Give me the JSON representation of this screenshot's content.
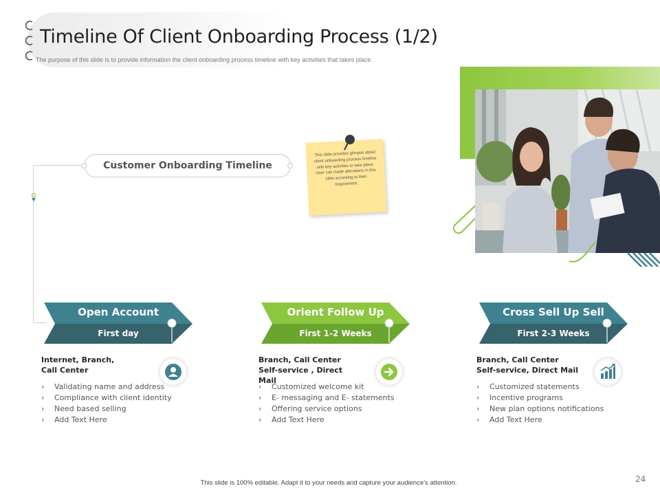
{
  "header": {
    "title": "Timeline Of Client Onboarding Process (1/2)",
    "subtitle": "The purpose of this slide is to provide information the client onboarding process timeline with key activities that takes place."
  },
  "timeline": {
    "label": "Customer Onboarding Timeline"
  },
  "note": {
    "text": "This slide provides glimpse about client onboarding process timeline with key activities to take place. User can made alterations in this slide according to their requirement."
  },
  "stages": [
    {
      "name": "Open Account",
      "time": "First day",
      "channel": "Internet, Branch, Call Center",
      "icon": "user-icon",
      "items": [
        "Validating name and address",
        "Compliance with client identity",
        "Need based selling",
        "Add Text Here"
      ]
    },
    {
      "name": "Orient Follow Up",
      "time": "First 1-2 Weeks",
      "channel": "Branch, Call Center Self-service , Direct Mail",
      "icon": "arrow-right-icon",
      "items": [
        "Customized welcome kit",
        "E- messaging and E- statements",
        "Offering service options",
        "Add Text Here"
      ]
    },
    {
      "name": "Cross Sell Up Sell",
      "time": "First 2-3 Weeks",
      "channel": "Branch, Call Center Self-service, Direct Mail",
      "icon": "bar-chart-icon",
      "items": [
        "Customized statements",
        "Incentive programs",
        "New plan options notifications",
        "Add Text Here"
      ]
    }
  ],
  "footer": {
    "text": "This slide is 100% editable. Adapt it to your needs and capture your audience's attention.",
    "page_number": "24"
  },
  "colors": {
    "teal": "#3e8290",
    "teal_dark": "#37636c",
    "green": "#8dc63f",
    "green_dark": "#6aa52f",
    "note_yellow": "#ffe699"
  }
}
